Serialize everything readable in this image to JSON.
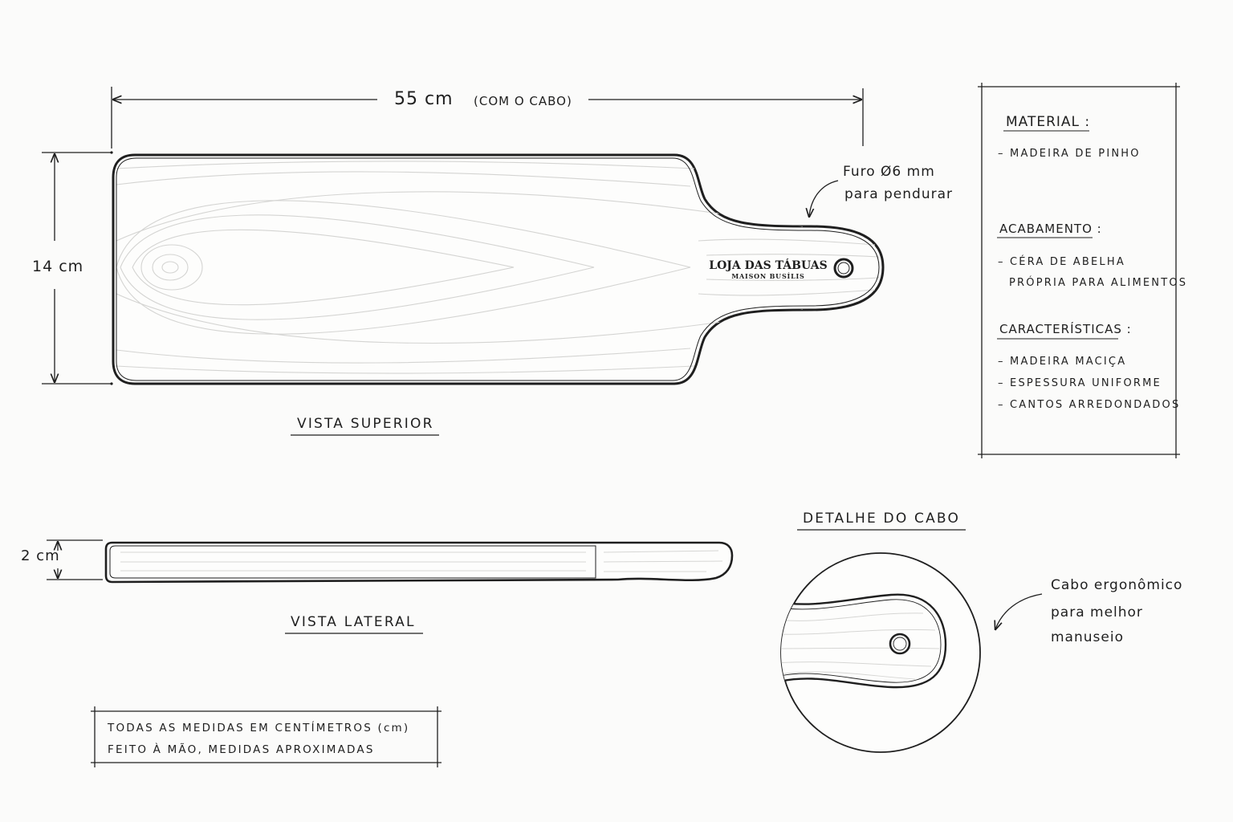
{
  "top_view": {
    "length_label": "55 cm",
    "length_note": "(COM O CABO)",
    "width_label": "14 cm",
    "hole_note_line1": "Furo  Ø6 mm",
    "hole_note_line2": "para  pendurar",
    "brand_name": "LOJA DAS TÁBUAS",
    "brand_sub": "MAISON BUSÍLIS",
    "caption": "VISTA  SUPERIOR"
  },
  "side_view": {
    "thickness_label": "2 cm",
    "caption": "VISTA  LATERAL"
  },
  "specs": {
    "material_heading": "MATERIAL :",
    "material_items": [
      "– MADEIRA  DE  PINHO"
    ],
    "finish_heading": "ACABAMENTO :",
    "finish_items": [
      "– CÉRA  DE  ABELHA",
      "PRÓPRIA  PARA  ALIMENTOS"
    ],
    "features_heading": "CARACTERÍSTICAS :",
    "features_items": [
      "– MADEIRA  MACIÇA",
      "– ESPESSURA  UNIFORME",
      "– CANTOS  ARREDONDADOS"
    ]
  },
  "detail": {
    "caption": "DETALHE  DO  CABO",
    "note_line1": "Cabo  ergonômico",
    "note_line2": "para  melhor",
    "note_line3": "manuseio"
  },
  "footer_note": {
    "line1": "TODAS  AS  MEDIDAS  EM  CENTÍMETROS (cm)",
    "line2": "FEITO  À  MÃO,  MEDIDAS  APROXIMADAS"
  },
  "colors": {
    "ink": "#1f1f1f",
    "grain": "#d4d4d2",
    "paper": "#fbfbfa"
  }
}
